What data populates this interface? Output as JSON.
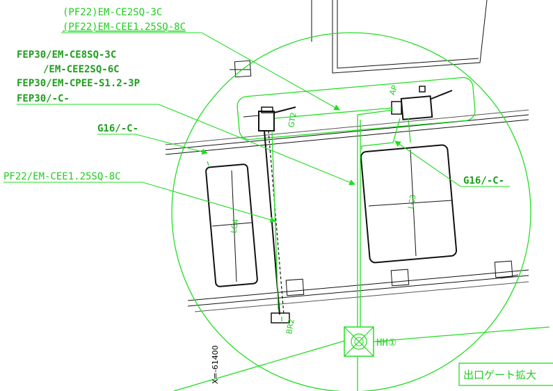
{
  "labels": {
    "top_line1": "(PF22)EM-CE2SQ-3C",
    "top_line2": "(PF22)EM-CEE1.25SQ-8C",
    "fep_line1": "FEP30/EM-CE8SQ-3C",
    "fep_line2": "/EM-CEE2SQ-6C",
    "fep_line3": "FEP30/EM-CPEE-S1.2-3P",
    "fep_line4": "FEP30/-C-",
    "g16_left": "G16/-C-",
    "pf22_left": "PF22/EM-CEE1.25SQ-8C",
    "g16_right": "G16/-C-",
    "ap": "AP",
    "gt2": "GT2",
    "lc4": "LC4",
    "lc3": "LC3",
    "br2": "BR2",
    "hh": "HH①",
    "coord": "X=-61400",
    "title_box": "出口ゲート拡大"
  },
  "colors": {
    "green": "#22dd22",
    "dark_green": "#1f9e1f",
    "black": "#111111"
  }
}
